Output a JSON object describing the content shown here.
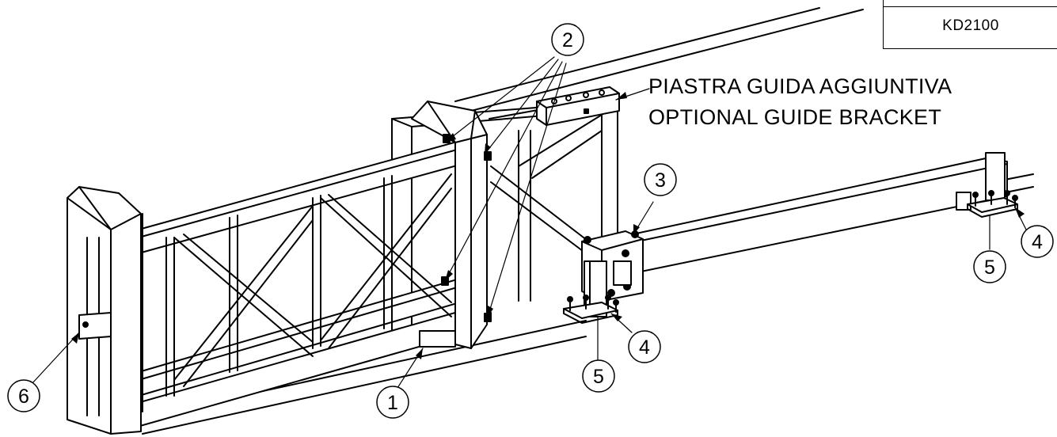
{
  "drawing_code": "KD2100",
  "label_it": "PIASTRA GUIDA AGGIUNTIVA",
  "label_en": "OPTIONAL GUIDE BRACKET",
  "callouts": [
    {
      "num": "1"
    },
    {
      "num": "2"
    },
    {
      "num": "3"
    },
    {
      "num": "4"
    },
    {
      "num": "4"
    },
    {
      "num": "5"
    },
    {
      "num": "5"
    },
    {
      "num": "6"
    }
  ]
}
